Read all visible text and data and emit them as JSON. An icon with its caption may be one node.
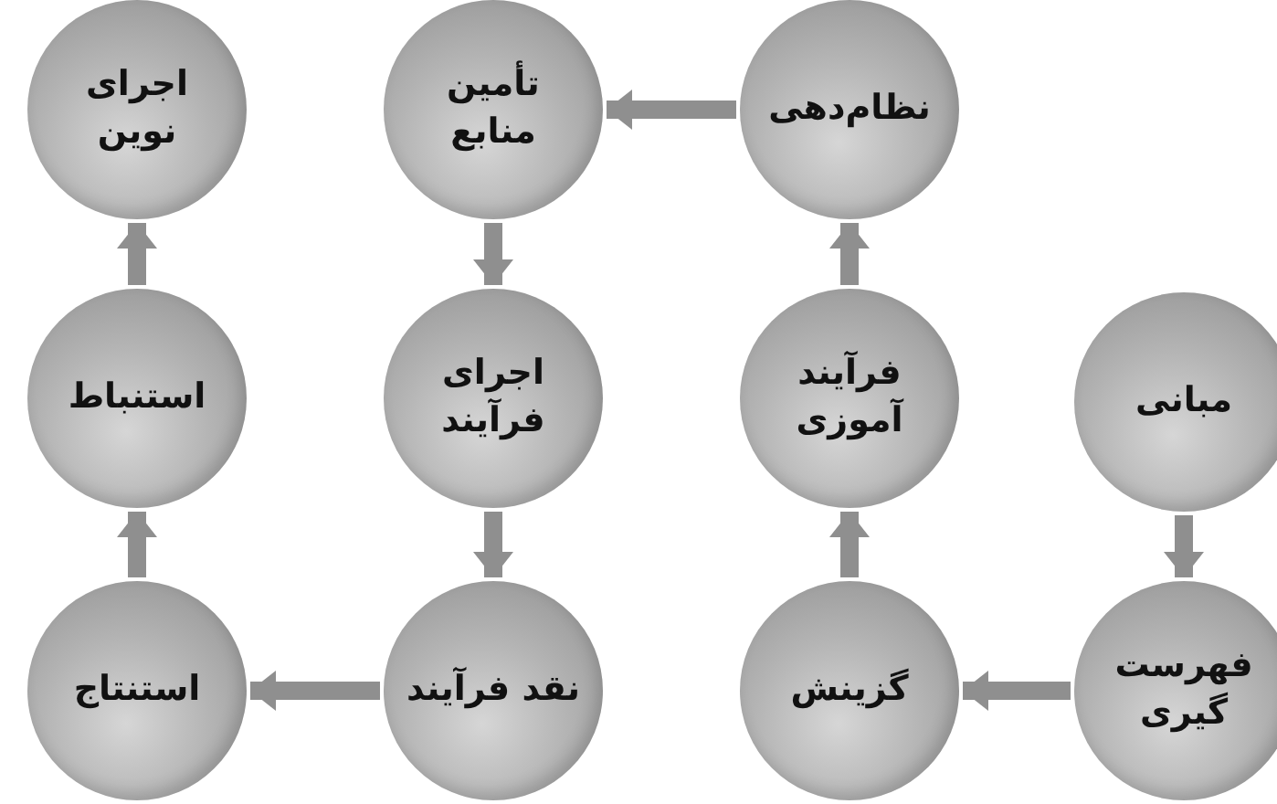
{
  "diagram": {
    "nodes": [
      {
        "text": [
          "مبانی"
        ]
      },
      {
        "text": [
          "فهرست گیری"
        ]
      },
      {
        "text": [
          "گزینش"
        ]
      },
      {
        "text": [
          "فرآیند آموزی"
        ]
      },
      {
        "text": [
          "نظام‌دهی"
        ]
      },
      {
        "text": [
          "تأمین منابع"
        ]
      },
      {
        "text": [
          "اجرای فرآیند"
        ]
      },
      {
        "text": [
          "نقد فرآیند"
        ]
      },
      {
        "text": [
          "استنتاج"
        ]
      },
      {
        "text": [
          "استنباط"
        ]
      },
      {
        "text": [
          "اجرای نوین"
        ]
      }
    ],
    "edges": [
      {
        "from": 0,
        "to": 1,
        "arrow": "to"
      },
      {
        "from": 1,
        "to": 2,
        "arrow": "to"
      },
      {
        "from": 2,
        "to": 3,
        "arrow": "to"
      },
      {
        "from": 3,
        "to": 4,
        "arrow": "to"
      },
      {
        "from": 4,
        "to": 5,
        "arrow": "to"
      },
      {
        "from": 5,
        "to": 6,
        "arrow": "to"
      },
      {
        "from": 6,
        "to": 7,
        "arrow": "to"
      },
      {
        "from": 7,
        "to": 8,
        "arrow": "to"
      },
      {
        "from": 8,
        "to": 9,
        "arrow": "to"
      },
      {
        "from": 9,
        "to": 10,
        "arrow": "to"
      }
    ]
  }
}
